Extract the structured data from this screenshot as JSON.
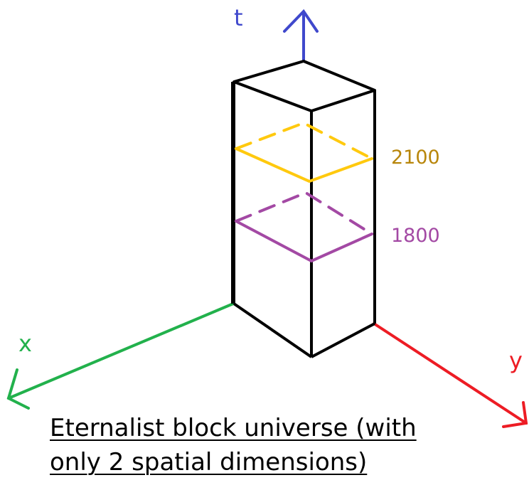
{
  "axes": {
    "t": {
      "label": "t",
      "color": "#3f48cc"
    },
    "x": {
      "label": "x",
      "color": "#22b14c"
    },
    "y": {
      "label": "y",
      "color": "#ed1c24"
    }
  },
  "levels": [
    {
      "label": "2100",
      "color": "#ffc90e",
      "text_color": "#b8860b"
    },
    {
      "label": "1800",
      "color": "#a349a4",
      "text_color": "#a349a4"
    }
  ],
  "block": {
    "color": "#000000"
  },
  "caption": {
    "line1": "Eternalist block universe (with ",
    "line2": "only 2 spatial dimensions)"
  }
}
